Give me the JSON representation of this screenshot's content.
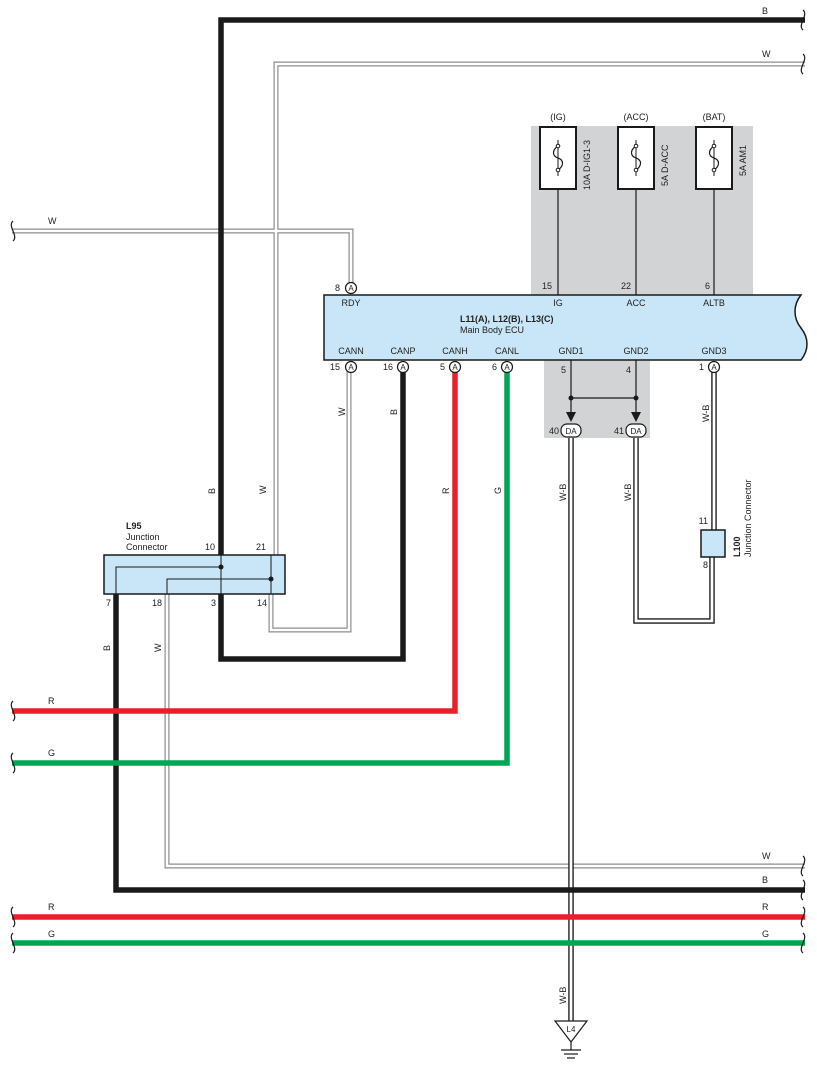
{
  "colors": {
    "black_wire": "#1a1a1a",
    "white_wire_edge": "#8c8c8c",
    "red_wire": "#e8202a",
    "green_wire": "#00a651",
    "connector_fill": "#c8e6f7",
    "shade": "#d2d3d5"
  },
  "ecu": {
    "title": "L11(A), L12(B), L13(C)",
    "subtitle": "Main Body ECU",
    "top_pins": [
      {
        "num": "8",
        "label": "RDY",
        "conn": "A"
      },
      {
        "num": "15",
        "label": "IG",
        "conn": ""
      },
      {
        "num": "22",
        "label": "ACC",
        "conn": ""
      },
      {
        "num": "6",
        "label": "ALTB",
        "conn": ""
      }
    ],
    "bottom_pins": [
      {
        "num": "15",
        "label": "CANN",
        "conn": "A"
      },
      {
        "num": "16",
        "label": "CANP",
        "conn": "A"
      },
      {
        "num": "5",
        "label": "CANH",
        "conn": "A"
      },
      {
        "num": "6",
        "label": "CANL",
        "conn": "A"
      },
      {
        "num": "5",
        "label": "GND1",
        "conn": ""
      },
      {
        "num": "4",
        "label": "GND2",
        "conn": ""
      },
      {
        "num": "1",
        "label": "GND3",
        "conn": "A"
      }
    ]
  },
  "fuses": [
    {
      "circuit": "(IG)",
      "name": "10A D-IG1-3"
    },
    {
      "circuit": "(ACC)",
      "name": "5A D-ACC"
    },
    {
      "circuit": "(BAT)",
      "name": "5A AM1"
    }
  ],
  "ground_connectors": [
    {
      "num": "40",
      "name": "DA"
    },
    {
      "num": "41",
      "name": "DA"
    }
  ],
  "l95": {
    "title": "L95",
    "line1": "Junction",
    "line2": "Connector",
    "pins": [
      "10",
      "21",
      "7",
      "18",
      "3",
      "14"
    ]
  },
  "l100": {
    "title": "L100",
    "subtitle": "Junction Connector",
    "pins": [
      "11",
      "8"
    ]
  },
  "ground_point": "L4",
  "wire_colors": {
    "b": "B",
    "w": "W",
    "r": "R",
    "g": "G",
    "wb": "W-B"
  }
}
